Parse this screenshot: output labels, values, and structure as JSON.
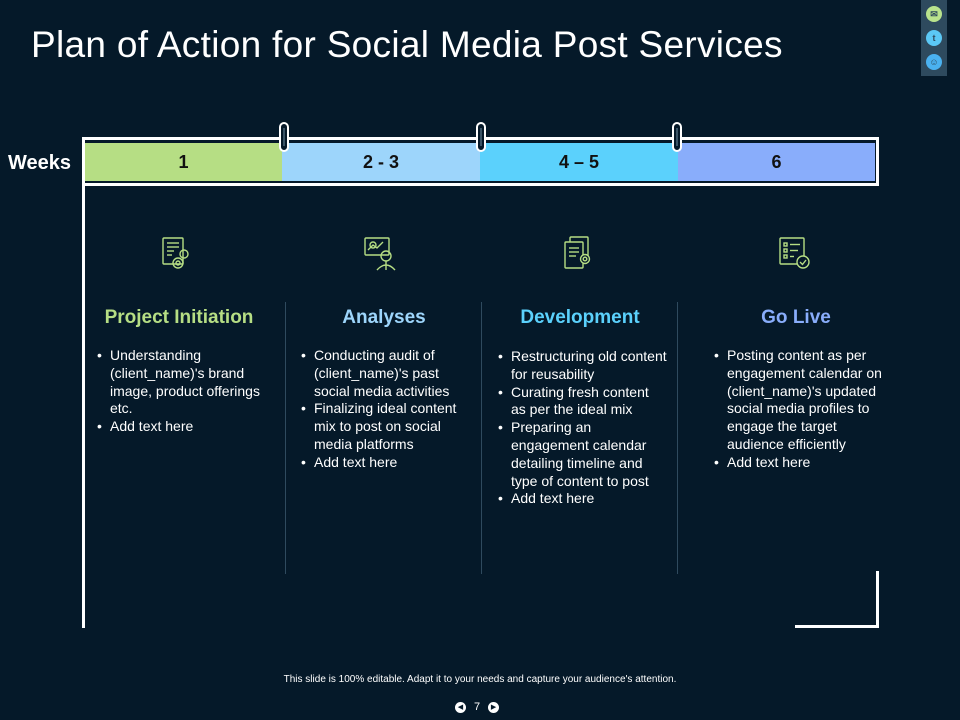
{
  "title": "Plan of Action for Social Media Post Services",
  "social_icons": [
    "mail-icon",
    "twitter-icon",
    "snapchat-icon"
  ],
  "timeline": {
    "label": "Weeks",
    "weeks": [
      "1",
      "2 - 3",
      "4 – 5",
      "6"
    ]
  },
  "columns": [
    {
      "icon": "document-gear-icon",
      "title": "Project Initiation",
      "color": "#b6de84",
      "bullets": [
        "Understanding (client_name)'s brand image, product offerings etc.",
        "Add text here"
      ]
    },
    {
      "icon": "analyst-screen-icon",
      "title": "Analyses",
      "color": "#9dd5fb",
      "bullets": [
        "Conducting audit of (client_name)'s past social media activities",
        "Finalizing ideal content mix to post on social media platforms",
        "Add text here"
      ]
    },
    {
      "icon": "documents-gear-icon",
      "title": "Development",
      "color": "#5bd1fc",
      "bullets": [
        "Restructuring old content for reusability",
        "Curating fresh content as per the ideal mix",
        "Preparing an engagement calendar detailing timeline and type of content to post",
        "Add text here"
      ]
    },
    {
      "icon": "checklist-check-icon",
      "title": "Go Live",
      "color": "#89adfb",
      "bullets": [
        "Posting content as per engagement calendar on (client_name)'s updated social media profiles to engage the target audience efficiently",
        "Add text here"
      ]
    }
  ],
  "footer": "This slide is 100% editable. Adapt it to your needs and capture your audience's attention.",
  "page_number": "7"
}
